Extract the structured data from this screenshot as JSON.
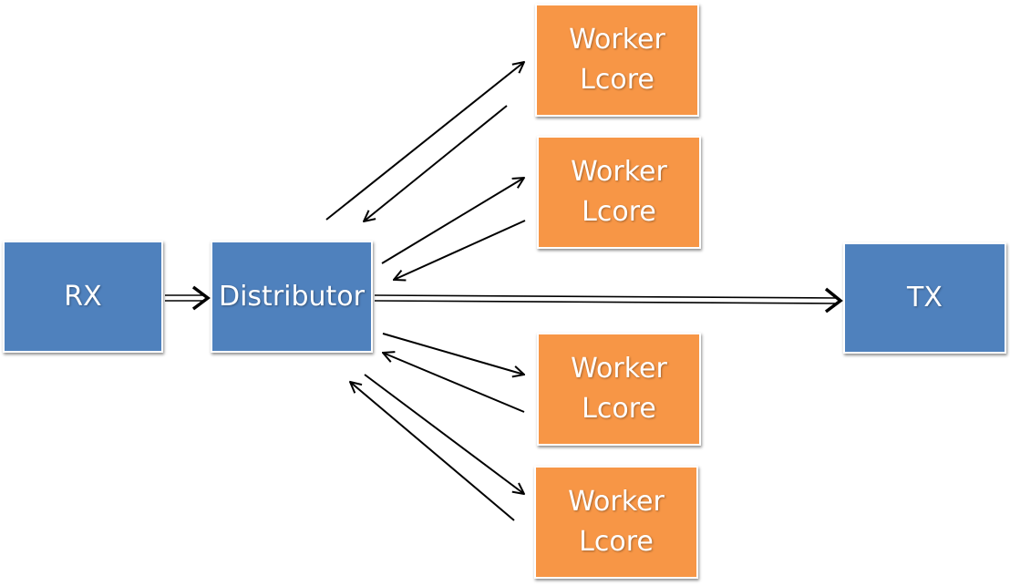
{
  "colors": {
    "blue_node": "#4f81bd",
    "orange_node": "#f79646",
    "arrow": "#000000",
    "text": "#ffffff"
  },
  "nodes": {
    "rx": {
      "label": "RX"
    },
    "distributor": {
      "label": "Distributor"
    },
    "tx": {
      "label": "TX"
    },
    "workers": [
      {
        "line1": "Worker",
        "line2": "Lcore"
      },
      {
        "line1": "Worker",
        "line2": "Lcore"
      },
      {
        "line1": "Worker",
        "line2": "Lcore"
      },
      {
        "line1": "Worker",
        "line2": "Lcore"
      }
    ]
  },
  "edges": [
    {
      "from": "rx",
      "to": "distributor",
      "style": "double"
    },
    {
      "from": "distributor",
      "to": "tx",
      "style": "double"
    },
    {
      "from": "distributor",
      "to": "worker-1",
      "style": "single"
    },
    {
      "from": "worker-1",
      "to": "distributor",
      "style": "single"
    },
    {
      "from": "distributor",
      "to": "worker-2",
      "style": "single"
    },
    {
      "from": "worker-2",
      "to": "distributor",
      "style": "single"
    },
    {
      "from": "distributor",
      "to": "worker-3",
      "style": "single"
    },
    {
      "from": "worker-3",
      "to": "distributor",
      "style": "single"
    },
    {
      "from": "distributor",
      "to": "worker-4",
      "style": "single"
    },
    {
      "from": "worker-4",
      "to": "distributor",
      "style": "single"
    }
  ]
}
